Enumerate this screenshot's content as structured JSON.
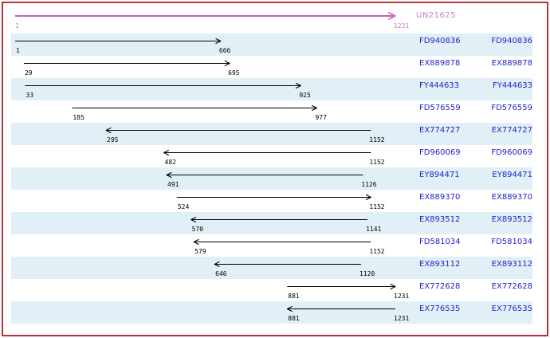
{
  "viewer": {
    "reference": {
      "label": "UN21625",
      "start": 1,
      "end": 1231,
      "direction": "right"
    },
    "alignments": [
      {
        "accession": "FD940836",
        "start": 1,
        "end": 666,
        "direction": "right"
      },
      {
        "accession": "EX889878",
        "start": 29,
        "end": 695,
        "direction": "right"
      },
      {
        "accession": "FY444633",
        "start": 33,
        "end": 925,
        "direction": "right"
      },
      {
        "accession": "FD576559",
        "start": 185,
        "end": 977,
        "direction": "right"
      },
      {
        "accession": "EX774727",
        "start": 295,
        "end": 1152,
        "direction": "left"
      },
      {
        "accession": "FD960069",
        "start": 482,
        "end": 1152,
        "direction": "left"
      },
      {
        "accession": "EY894471",
        "start": 491,
        "end": 1126,
        "direction": "left"
      },
      {
        "accession": "EX889370",
        "start": 524,
        "end": 1152,
        "direction": "right"
      },
      {
        "accession": "EX893512",
        "start": 570,
        "end": 1141,
        "direction": "left"
      },
      {
        "accession": "FD581034",
        "start": 579,
        "end": 1152,
        "direction": "left"
      },
      {
        "accession": "EX893112",
        "start": 646,
        "end": 1120,
        "direction": "left"
      },
      {
        "accession": "EX772628",
        "start": 881,
        "end": 1231,
        "direction": "right"
      },
      {
        "accession": "EX776535",
        "start": 881,
        "end": 1231,
        "direction": "left"
      }
    ],
    "colors": {
      "band_shade": "#E1F0F6",
      "accession_text": "#2222CC",
      "reference_line": "#C45FC4",
      "reference_text": "#CB7CCB",
      "alignment_arrow": "#000000",
      "frame_border": "#B2343A",
      "coordinate_text": "#000000"
    }
  }
}
